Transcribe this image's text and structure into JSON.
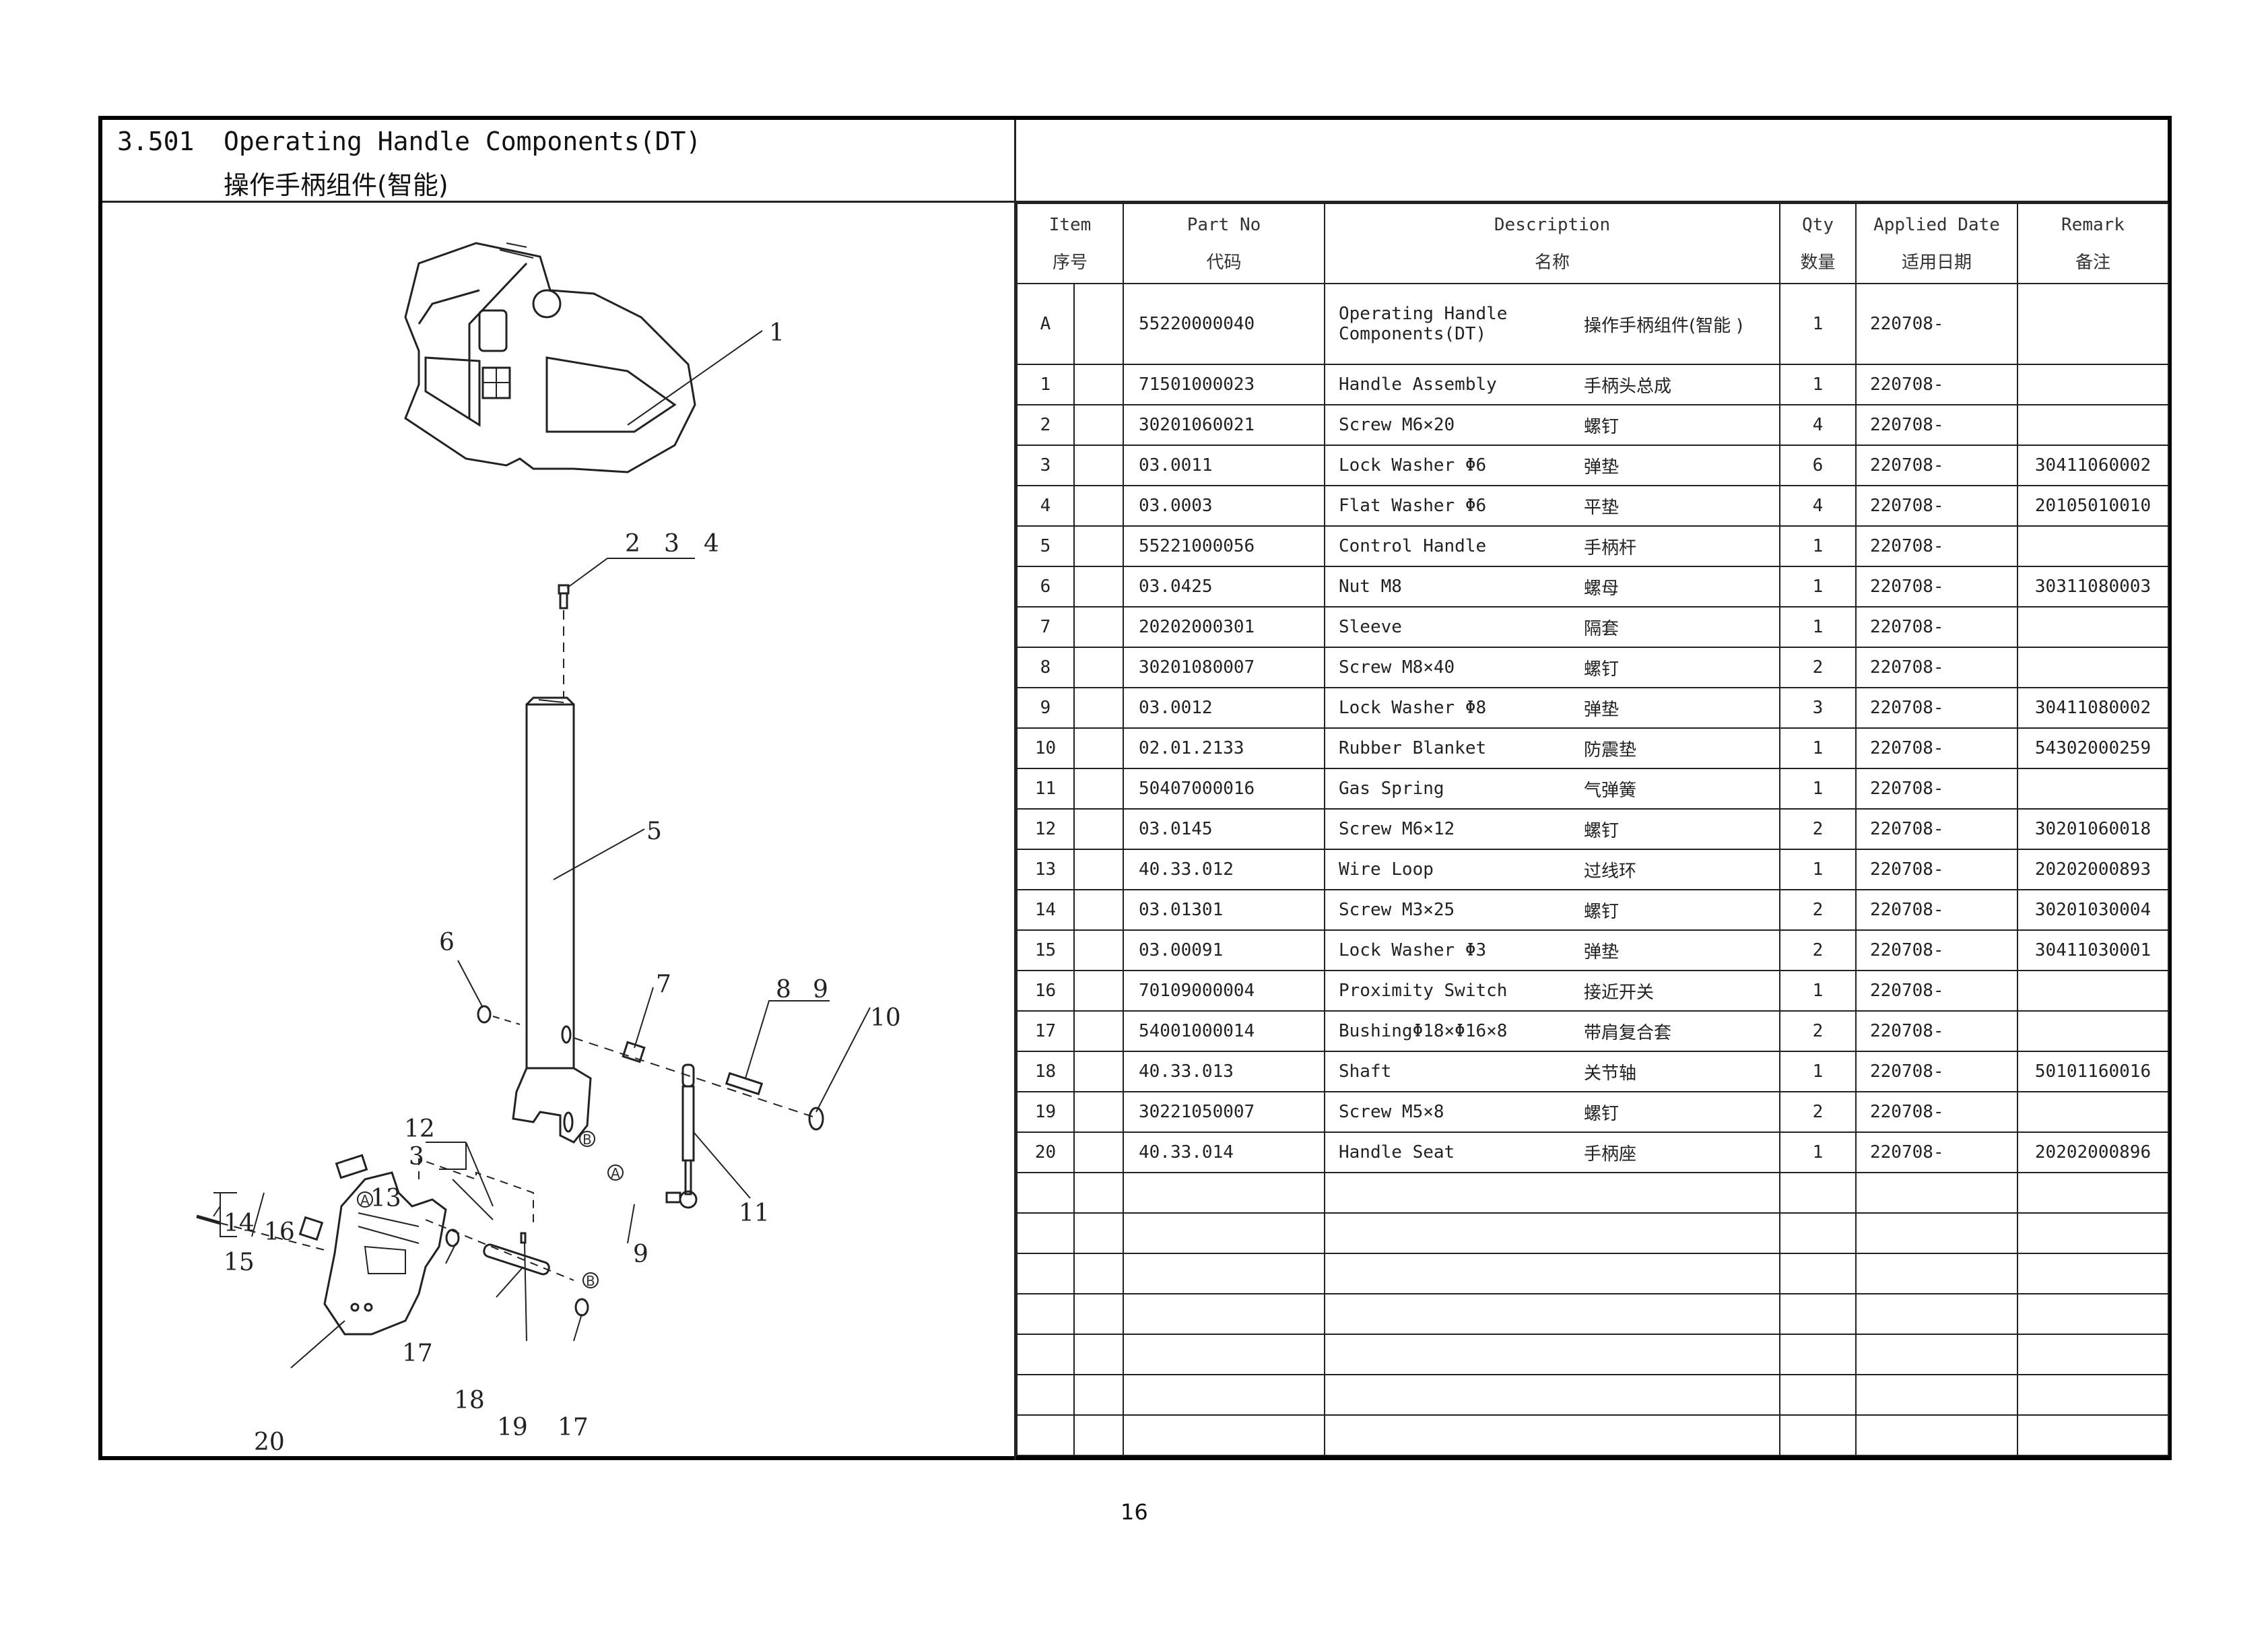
{
  "page": {
    "section_number": "3.501",
    "title_en": "Operating Handle Components(DT)",
    "title_cn": "操作手柄组件(智能)",
    "page_number": "16"
  },
  "table": {
    "headers": {
      "item": {
        "en": "Item",
        "cn": "序号"
      },
      "part_no": {
        "en": "Part No",
        "cn": "代码"
      },
      "description": {
        "en": "Description",
        "cn": "名称"
      },
      "qty": {
        "en": "Qty",
        "cn": "数量"
      },
      "applied_date": {
        "en": "Applied Date",
        "cn": "适用日期"
      },
      "remark": {
        "en": "Remark",
        "cn": "备注"
      }
    },
    "rows": [
      {
        "item": "A",
        "part_no": "55220000040",
        "desc_en": "Operating Handle Components(DT)",
        "desc_cn": "操作手柄组件(智能 )",
        "qty": "1",
        "date": "220708-",
        "remark": ""
      },
      {
        "item": "1",
        "part_no": "71501000023",
        "desc_en": "Handle Assembly",
        "desc_cn": "手柄头总成",
        "qty": "1",
        "date": "220708-",
        "remark": ""
      },
      {
        "item": "2",
        "part_no": "30201060021",
        "desc_en": "Screw M6×20",
        "desc_cn": "螺钉",
        "qty": "4",
        "date": "220708-",
        "remark": ""
      },
      {
        "item": "3",
        "part_no": "03.0011",
        "desc_en": "Lock Washer Φ6",
        "desc_cn": "弹垫",
        "qty": "6",
        "date": "220708-",
        "remark": "30411060002"
      },
      {
        "item": "4",
        "part_no": "03.0003",
        "desc_en": "Flat Washer Φ6",
        "desc_cn": "平垫",
        "qty": "4",
        "date": "220708-",
        "remark": "20105010010"
      },
      {
        "item": "5",
        "part_no": "55221000056",
        "desc_en": "Control Handle",
        "desc_cn": "手柄杆",
        "qty": "1",
        "date": "220708-",
        "remark": ""
      },
      {
        "item": "6",
        "part_no": "03.0425",
        "desc_en": "Nut M8",
        "desc_cn": "螺母",
        "qty": "1",
        "date": "220708-",
        "remark": "30311080003"
      },
      {
        "item": "7",
        "part_no": "20202000301",
        "desc_en": "Sleeve",
        "desc_cn": "隔套",
        "qty": "1",
        "date": "220708-",
        "remark": ""
      },
      {
        "item": "8",
        "part_no": "30201080007",
        "desc_en": "Screw M8×40",
        "desc_cn": "螺钉",
        "qty": "2",
        "date": "220708-",
        "remark": ""
      },
      {
        "item": "9",
        "part_no": "03.0012",
        "desc_en": "Lock Washer Φ8",
        "desc_cn": "弹垫",
        "qty": "3",
        "date": "220708-",
        "remark": "30411080002"
      },
      {
        "item": "10",
        "part_no": "02.01.2133",
        "desc_en": "Rubber Blanket",
        "desc_cn": "防震垫",
        "qty": "1",
        "date": "220708-",
        "remark": "54302000259"
      },
      {
        "item": "11",
        "part_no": "50407000016",
        "desc_en": "Gas Spring",
        "desc_cn": "气弹簧",
        "qty": "1",
        "date": "220708-",
        "remark": ""
      },
      {
        "item": "12",
        "part_no": "03.0145",
        "desc_en": "Screw M6×12",
        "desc_cn": "螺钉",
        "qty": "2",
        "date": "220708-",
        "remark": "30201060018"
      },
      {
        "item": "13",
        "part_no": "40.33.012",
        "desc_en": "Wire Loop",
        "desc_cn": "过线环",
        "qty": "1",
        "date": "220708-",
        "remark": "20202000893"
      },
      {
        "item": "14",
        "part_no": "03.01301",
        "desc_en": "Screw M3×25",
        "desc_cn": "螺钉",
        "qty": "2",
        "date": "220708-",
        "remark": "30201030004"
      },
      {
        "item": "15",
        "part_no": "03.00091",
        "desc_en": "Lock Washer Φ3",
        "desc_cn": "弹垫",
        "qty": "2",
        "date": "220708-",
        "remark": "30411030001"
      },
      {
        "item": "16",
        "part_no": "70109000004",
        "desc_en": "Proximity Switch",
        "desc_cn": "接近开关",
        "qty": "1",
        "date": "220708-",
        "remark": ""
      },
      {
        "item": "17",
        "part_no": "54001000014",
        "desc_en": "BushingΦ18×Φ16×8",
        "desc_cn": "带肩复合套",
        "qty": "2",
        "date": "220708-",
        "remark": ""
      },
      {
        "item": "18",
        "part_no": "40.33.013",
        "desc_en": "Shaft",
        "desc_cn": "关节轴",
        "qty": "1",
        "date": "220708-",
        "remark": "50101160016"
      },
      {
        "item": "19",
        "part_no": "30221050007",
        "desc_en": "Screw M5×8",
        "desc_cn": "螺钉",
        "qty": "2",
        "date": "220708-",
        "remark": ""
      },
      {
        "item": "20",
        "part_no": "40.33.014",
        "desc_en": "Handle Seat",
        "desc_cn": "手柄座",
        "qty": "1",
        "date": "220708-",
        "remark": "20202000896"
      }
    ],
    "empty_rows": 7
  },
  "diagram": {
    "callouts": [
      "1",
      "2",
      "3",
      "4",
      "5",
      "6",
      "7",
      "8",
      "9",
      "10",
      "11",
      "12",
      "3",
      "13",
      "14",
      "15",
      "16",
      "17",
      "18",
      "19",
      "17",
      "20",
      "9"
    ],
    "reference_markers": [
      "A",
      "B",
      "A",
      "B"
    ]
  }
}
